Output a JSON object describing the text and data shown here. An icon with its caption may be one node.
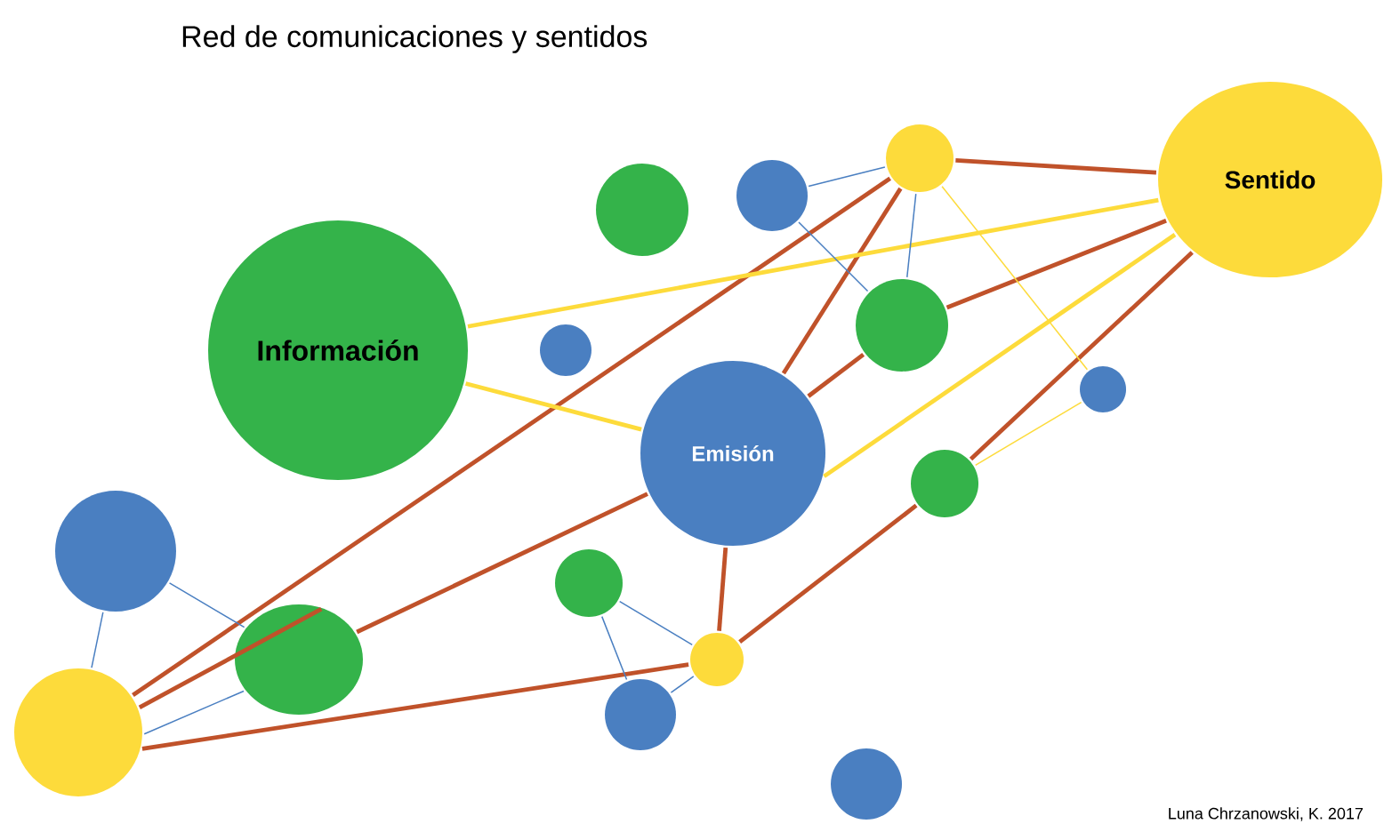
{
  "diagram": {
    "title": "Red de comunicaciones y sentidos",
    "nodes": [
      {
        "text": [
          "Información"
        ]
      },
      {
        "text": [
          "Sentido"
        ]
      },
      {
        "text": [
          "Emisión"
        ]
      },
      {
        "text": [],
        "shape": "circle"
      },
      {
        "text": [],
        "shape": "circle"
      },
      {
        "text": [],
        "shape": "circle"
      },
      {
        "text": [],
        "shape": "circle"
      },
      {
        "text": [],
        "shape": "circle"
      },
      {
        "text": [],
        "shape": "circle"
      },
      {
        "text": [],
        "shape": "circle"
      },
      {
        "text": [],
        "shape": "circle"
      },
      {
        "text": [],
        "shape": "circle"
      },
      {
        "text": [],
        "shape": "circle"
      },
      {
        "text": [],
        "shape": "circle"
      },
      {
        "text": [],
        "shape": "circle"
      },
      {
        "text": [],
        "shape": "circle"
      },
      {
        "text": [],
        "shape": "circle"
      }
    ],
    "edges": [
      {
        "from": 3,
        "to": 1,
        "arrow": "none"
      },
      {
        "from": 15,
        "to": 3,
        "arrow": "none"
      },
      {
        "from": 15,
        "to": 13,
        "arrow": "none"
      },
      {
        "from": 13,
        "to": 2,
        "arrow": "none"
      },
      {
        "from": 2,
        "to": 6,
        "arrow": "none"
      },
      {
        "from": 6,
        "to": 1,
        "arrow": "none"
      },
      {
        "from": 15,
        "to": 12,
        "arrow": "none"
      },
      {
        "from": 12,
        "to": 2,
        "arrow": "none"
      },
      {
        "from": 2,
        "to": 3,
        "arrow": "none"
      },
      {
        "from": 12,
        "to": 9,
        "arrow": "none"
      },
      {
        "from": 9,
        "to": 1,
        "arrow": "none"
      },
      {
        "from": 0,
        "to": 1,
        "arrow": "none",
        "color": "#fddb3b"
      },
      {
        "from": 0,
        "to": 2,
        "arrow": "none",
        "color": "#fddb3b"
      },
      {
        "from": 2,
        "to": 1,
        "arrow": "none",
        "color": "#fddb3b"
      },
      {
        "from": 3,
        "to": 8,
        "arrow": "none",
        "color": "#fddb3b"
      },
      {
        "from": 9,
        "to": 8,
        "arrow": "none",
        "color": "#fddb3b"
      },
      {
        "from": 4,
        "to": 3,
        "arrow": "none",
        "color": "#4a7fc1"
      },
      {
        "from": 4,
        "to": 6,
        "arrow": "none",
        "color": "#4a7fc1"
      },
      {
        "from": 6,
        "to": 3,
        "arrow": "none",
        "color": "#4a7fc1"
      },
      {
        "from": 10,
        "to": 15,
        "arrow": "none",
        "color": "#4a7fc1"
      },
      {
        "from": 10,
        "to": 13,
        "arrow": "none",
        "color": "#4a7fc1"
      },
      {
        "from": 15,
        "to": 13,
        "arrow": "none",
        "color": "#4a7fc1"
      },
      {
        "from": 11,
        "to": 12,
        "arrow": "none",
        "color": "#4a7fc1"
      },
      {
        "from": 11,
        "to": 14,
        "arrow": "none",
        "color": "#4a7fc1"
      },
      {
        "from": 14,
        "to": 12,
        "arrow": "none",
        "color": "#4a7fc1"
      }
    ],
    "labels": [
      "Luna Chrzanowski, K. 2017"
    ]
  }
}
